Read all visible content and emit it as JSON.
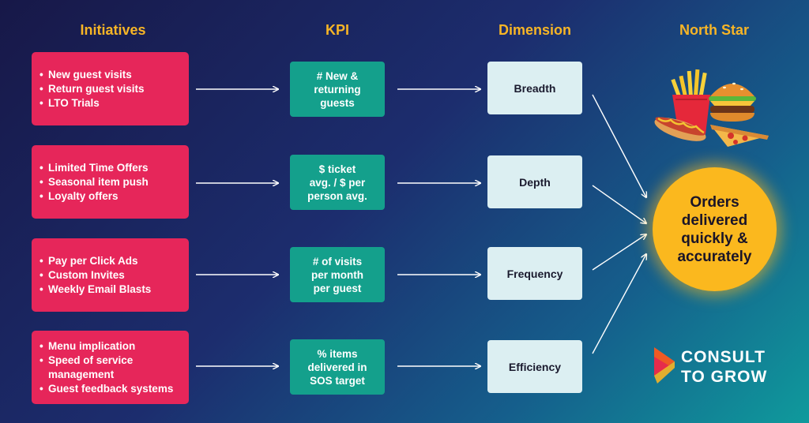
{
  "columns": {
    "initiatives": "Initiatives",
    "kpi": "KPI",
    "dimension": "Dimension",
    "north_star": "North Star"
  },
  "rows": [
    {
      "initiatives": [
        "New guest visits",
        "Return guest visits",
        "LTO Trials"
      ],
      "kpi": "# New &\nreturning\nguests",
      "dimension": "Breadth"
    },
    {
      "initiatives": [
        "Limited Time Offers",
        "Seasonal item push",
        "Loyalty offers"
      ],
      "kpi": "$ ticket\navg. / $ per\nperson avg.",
      "dimension": "Depth"
    },
    {
      "initiatives": [
        "Pay per Click Ads",
        "Custom Invites",
        "Weekly Email Blasts"
      ],
      "kpi": "# of visits\nper month\nper guest",
      "dimension": "Frequency"
    },
    {
      "initiatives": [
        "Menu implication",
        "Speed of service management",
        "Guest feedback systems"
      ],
      "kpi": "% items\ndelivered in\nSOS target",
      "dimension": "Efficiency"
    }
  ],
  "north_star": "Orders\ndelivered\nquickly &\naccurately",
  "logo": {
    "line1": "CONSULT",
    "line2": "TO GROW"
  },
  "colors": {
    "initiative_box": "#e6265a",
    "kpi_box": "#14a08c",
    "dimension_box": "#dceff2",
    "north_star": "#fbb81e",
    "title": "#f7b526"
  },
  "icons": [
    "food-illustration-icon",
    "logo-chevron-icon"
  ]
}
